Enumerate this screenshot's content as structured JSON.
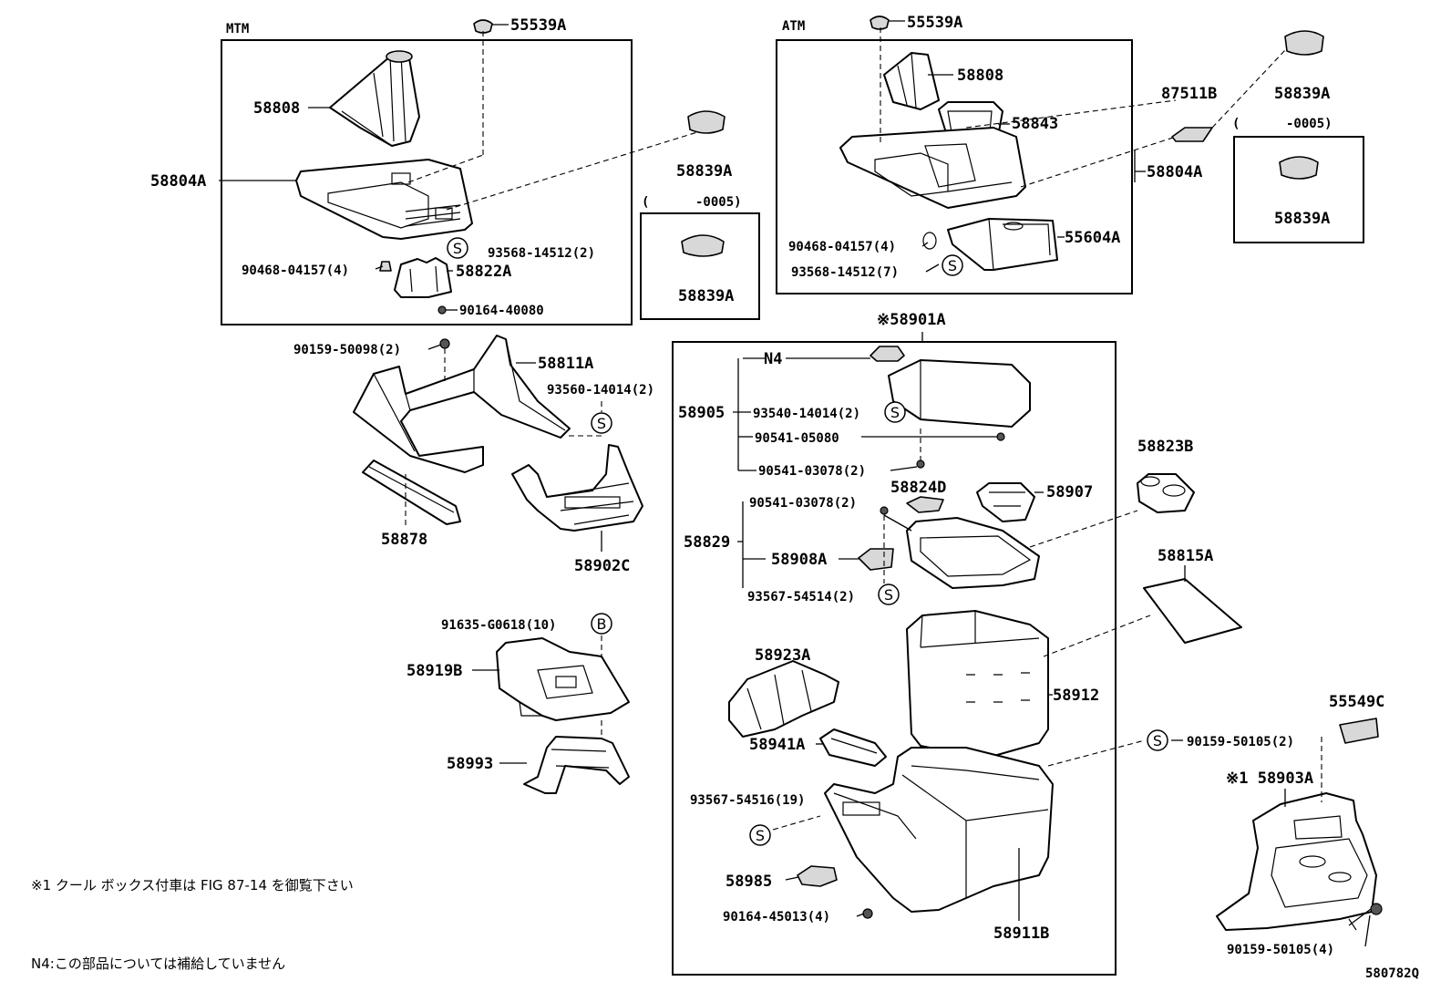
{
  "groups": {
    "mtm": "MTM",
    "atm": "ATM"
  },
  "labels": {
    "p55539A_mtm": "55539A",
    "p58808_mtm": "58808",
    "p58804A_mtm": "58804A",
    "p93568_mtm": "93568-14512(2)",
    "p90468_mtm": "90468-04157(4)",
    "p58822A": "58822A",
    "p90164_40080": "90164-40080",
    "p58839A_mid": "58839A",
    "p0005_mid": "(      -0005)",
    "p58839A_mid_box": "58839A",
    "p55539A_atm": "55539A",
    "p58808_atm": "58808",
    "p58843": "58843",
    "p87511B": "87511B",
    "p58839A_right": "58839A",
    "p0005_right": "(      -0005)",
    "p58839A_right_box": "58839A",
    "p58804A_atm": "58804A",
    "p90468_atm": "90468-04157(4)",
    "p55604A": "55604A",
    "p93568_atm": "93568-14512(7)",
    "p58901A": "※58901A",
    "p90159_50098": "90159-50098(2)",
    "p58811A": "58811A",
    "p93560": "93560-14014(2)",
    "p58878": "58878",
    "p58902C": "58902C",
    "pN4": "N4",
    "p58905": "58905",
    "p93540": "93540-14014(2)",
    "p90541_05080": "90541-05080",
    "p90541_03078a": "90541-03078(2)",
    "p58824D": "58824D",
    "p58907": "58907",
    "p90541_03078b": "90541-03078(2)",
    "p58829": "58829",
    "p58908A": "58908A",
    "p93567_54514": "93567-54514(2)",
    "p58823B": "58823B",
    "p58815A": "58815A",
    "p91635": "91635-G0618(10)",
    "p58919B": "58919B",
    "p58923A": "58923A",
    "p58912": "58912",
    "p58941A": "58941A",
    "p58993": "58993",
    "p55549C": "55549C",
    "p90159_50105a": "90159-50105(2)",
    "p58903A": "※1 58903A",
    "p93567_54516": "93567-54516(19)",
    "p58985": "58985",
    "p90164_45013": "90164-45013(4)",
    "p58911B": "58911B",
    "p90159_50105b": "90159-50105(4)"
  },
  "symbols": {
    "s": "S",
    "b": "B"
  },
  "notes": {
    "note1": "※1 クール ボックス付車は FIG 87-14 を御覧下さい",
    "note2": "N4:この部品については補給していません"
  },
  "figure_code": "580782Q"
}
